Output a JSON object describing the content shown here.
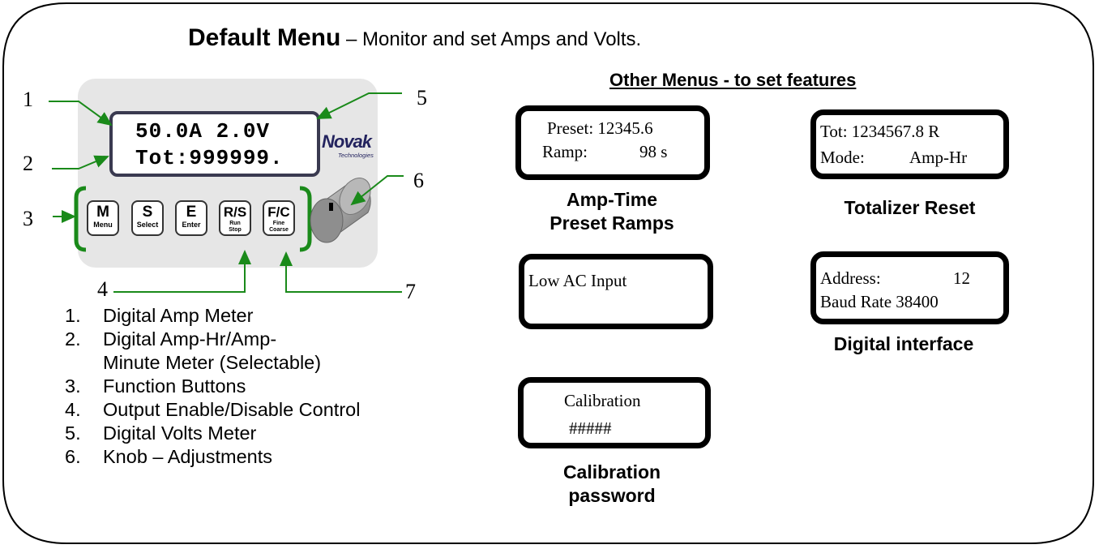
{
  "title": {
    "bold": "Default Menu",
    "rest": " – Monitor and set Amps and Volts."
  },
  "device": {
    "lcd_line1": "50.0A 2.0V",
    "lcd_line2": "Tot:999999.",
    "logo": "Novak",
    "logo_sub": "Technologies",
    "buttons": [
      {
        "big": "M",
        "small": "Menu",
        "tiny": ""
      },
      {
        "big": "S",
        "small": "Select",
        "tiny": ""
      },
      {
        "big": "E",
        "small": "Enter",
        "tiny": ""
      },
      {
        "big": "R/S",
        "small": "Run",
        "tiny": "Stop"
      },
      {
        "big": "F/C",
        "small": "Fine",
        "tiny": "Coarse"
      }
    ],
    "callouts": [
      "1",
      "2",
      "3",
      "4",
      "5",
      "6",
      "7"
    ]
  },
  "legend": [
    {
      "n": "1.",
      "text": "Digital Amp Meter"
    },
    {
      "n": "2.",
      "text": "Digital Amp-Hr/Amp-Minute Meter (Selectable)"
    },
    {
      "n": "3.",
      "text": "Function Buttons"
    },
    {
      "n": "4.",
      "text": "Output Enable/Disable Control"
    },
    {
      "n": "5.",
      "text": "Digital Volts Meter"
    },
    {
      "n": "6.",
      "text": "Knob – Adjustments"
    }
  ],
  "other_menus": {
    "heading": "Other Menus - to set features",
    "preset": {
      "line1": "Preset: 12345.6",
      "line2a": "Ramp:",
      "line2b": "98 s",
      "caption1": "Amp-Time",
      "caption2": "Preset Ramps"
    },
    "totalizer": {
      "line1": "Tot: 1234567.8 R",
      "line2a": "Mode:",
      "line2b": "Amp-Hr",
      "caption": "Totalizer Reset"
    },
    "lowac": {
      "line1": "Low AC Input"
    },
    "digital": {
      "line1a": "Address:",
      "line1b": "12",
      "line2": "Baud Rate 38400",
      "caption": "Digital interface"
    },
    "calibration": {
      "line1": "Calibration",
      "line2": "#####",
      "caption1": "Calibration",
      "caption2": "password"
    }
  }
}
